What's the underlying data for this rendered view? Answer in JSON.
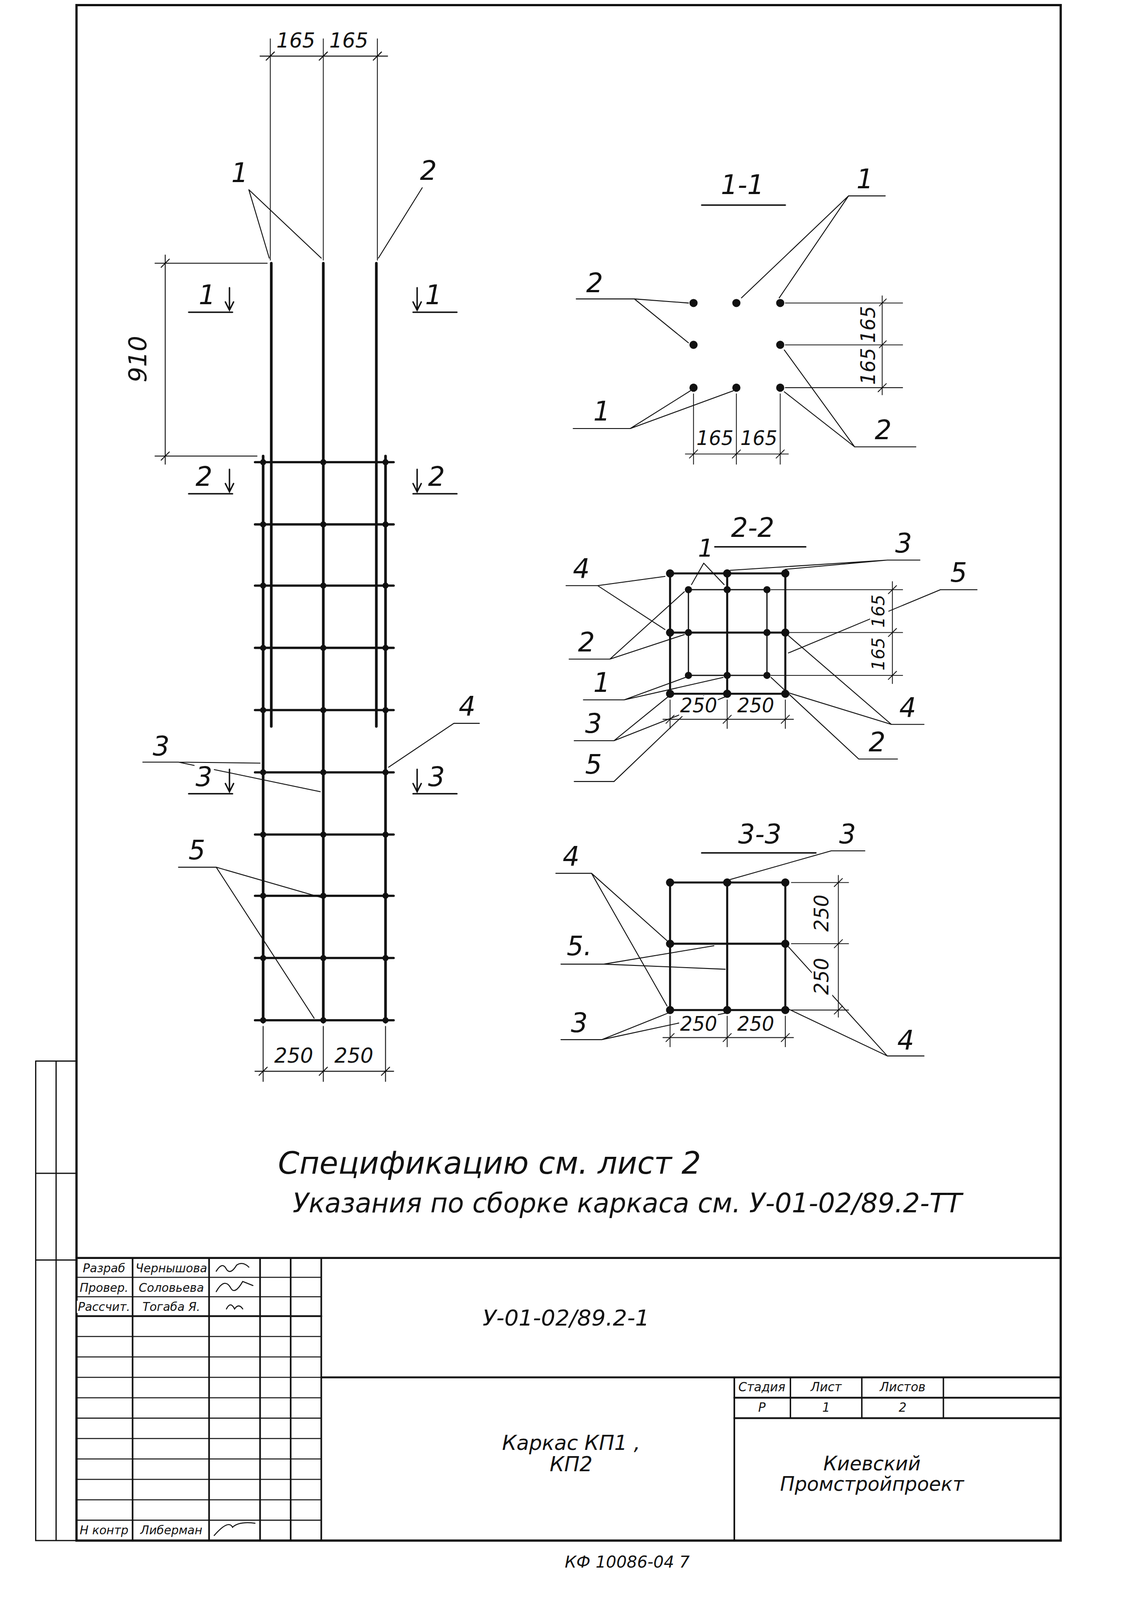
{
  "diagram": {
    "labels": [
      "165",
      "165",
      "1",
      "2",
      "910",
      "1",
      "1",
      "2",
      "2",
      "3",
      "4",
      "3",
      "3",
      "5",
      "250",
      "250",
      "1-1",
      "1",
      "2",
      "165",
      "165",
      "1",
      "165",
      "165",
      "2",
      "2-2",
      "4",
      "1",
      "3",
      "5",
      "165",
      "165",
      "2",
      "1",
      "4",
      "3",
      "250",
      "250",
      "2",
      "5",
      "3-3",
      "3",
      "4",
      "250",
      "250",
      "5.",
      "3",
      "250",
      "250",
      "4",
      "Спецификацию см. лист 2",
      "Указания по сборке каркаса см. У-01-02/89.2-ТТ",
      "Разраб",
      "Чернышова",
      "Провер.",
      "Соловьева",
      "Рассчит.",
      "Тогаба Я.",
      "Н контр",
      "Либерман",
      "У-01-02/89.2-1",
      "Каркас КП1 , КП2",
      "Стадия",
      "Лист",
      "Листов",
      "Р",
      "1",
      "2",
      "Киевский Промстройпроект",
      "КФ 10086-04 7"
    ]
  }
}
